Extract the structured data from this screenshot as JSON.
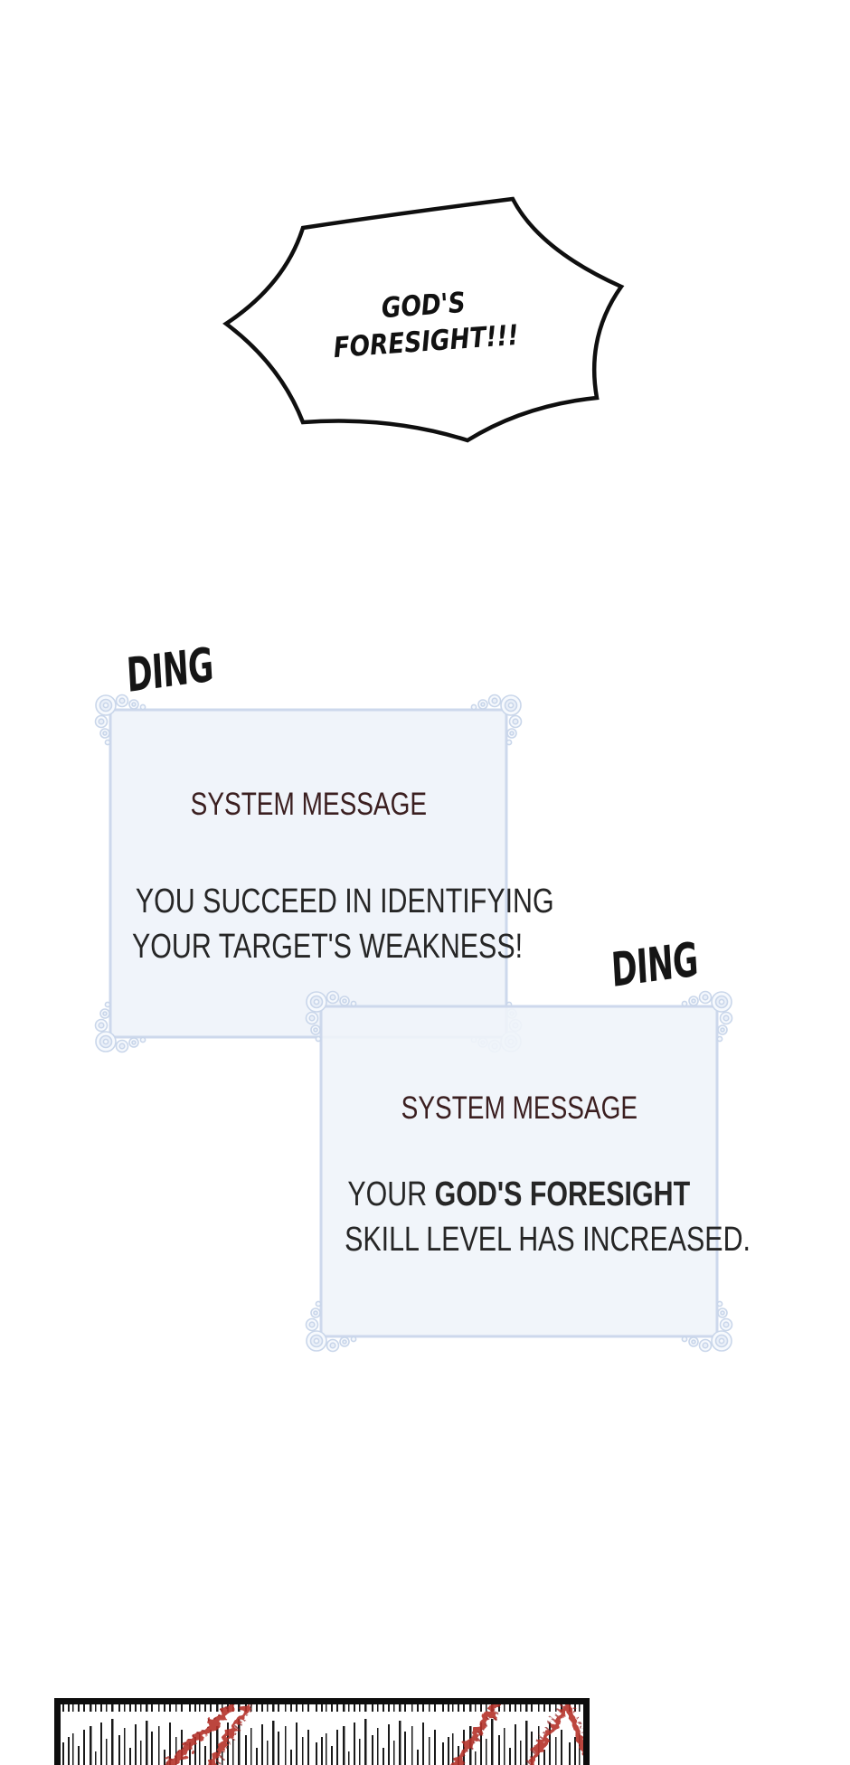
{
  "speech_bubble": {
    "line1": "GOD'S",
    "line2": "FORESIGHT!!!"
  },
  "sound_effects": {
    "ding_1": "DING",
    "ding_2": "DING"
  },
  "system_box_1": {
    "title": "SYSTEM MESSAGE",
    "line1": "YOU SUCCEED IN IDENTIFYING",
    "line2": "YOUR TARGET'S WEAKNESS!"
  },
  "system_box_2": {
    "title": "SYSTEM MESSAGE",
    "line1_normal": "YOUR ",
    "line1_bold": "GOD'S FORESIGHT",
    "line2": "SKILL LEVEL HAS INCREASED."
  },
  "colors": {
    "page_background": "#ffffff",
    "ink": "#111111",
    "system_title": "#3b1f20",
    "system_body": "#262626",
    "box_fill": "#f0f4fa",
    "box_border": "#cdd8ec",
    "ornament": "#c9d6ea",
    "panel_border": "#0d0d0d",
    "speed_lines": "#1a1a1a",
    "claw_marks": "#b5302c"
  }
}
